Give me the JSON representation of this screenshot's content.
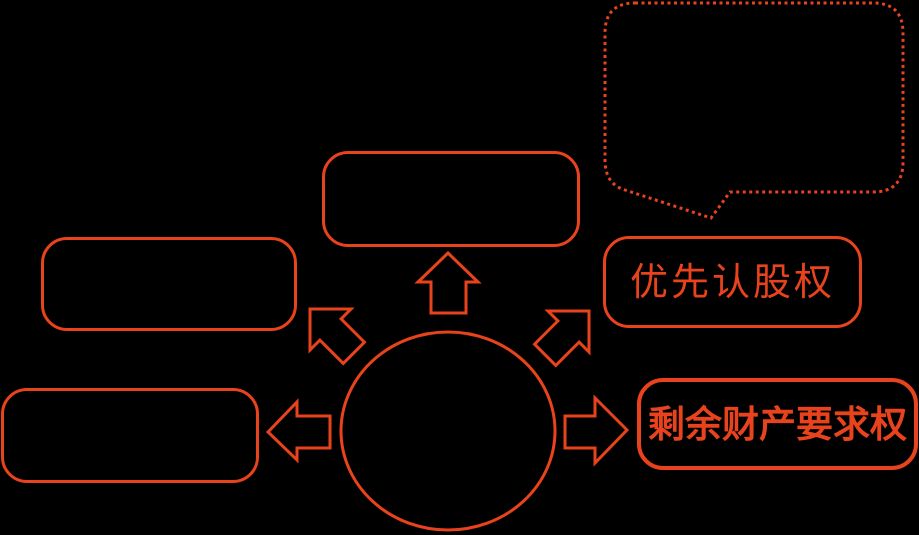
{
  "colors": {
    "accent": "#E8431C",
    "background": "#000000"
  },
  "diagram": {
    "type": "radial-spoke diagram: center circle with five block arrows pointing outward to rounded boxes, plus a dotted callout bubble",
    "callout": {
      "label": ""
    },
    "center_circle": {
      "label": ""
    },
    "boxes": {
      "top_left": {
        "label": ""
      },
      "top_middle": {
        "label": ""
      },
      "bottom_left": {
        "label": ""
      },
      "preemptive": {
        "label": "优先认股权"
      },
      "residual": {
        "label": "剩余财产要求权"
      }
    },
    "arrows": [
      {
        "name": "up-arrow",
        "direction": "up"
      },
      {
        "name": "up-left-arrow",
        "direction": "up-left"
      },
      {
        "name": "up-right-arrow",
        "direction": "up-right"
      },
      {
        "name": "left-arrow",
        "direction": "left"
      },
      {
        "name": "right-arrow",
        "direction": "right"
      }
    ]
  }
}
